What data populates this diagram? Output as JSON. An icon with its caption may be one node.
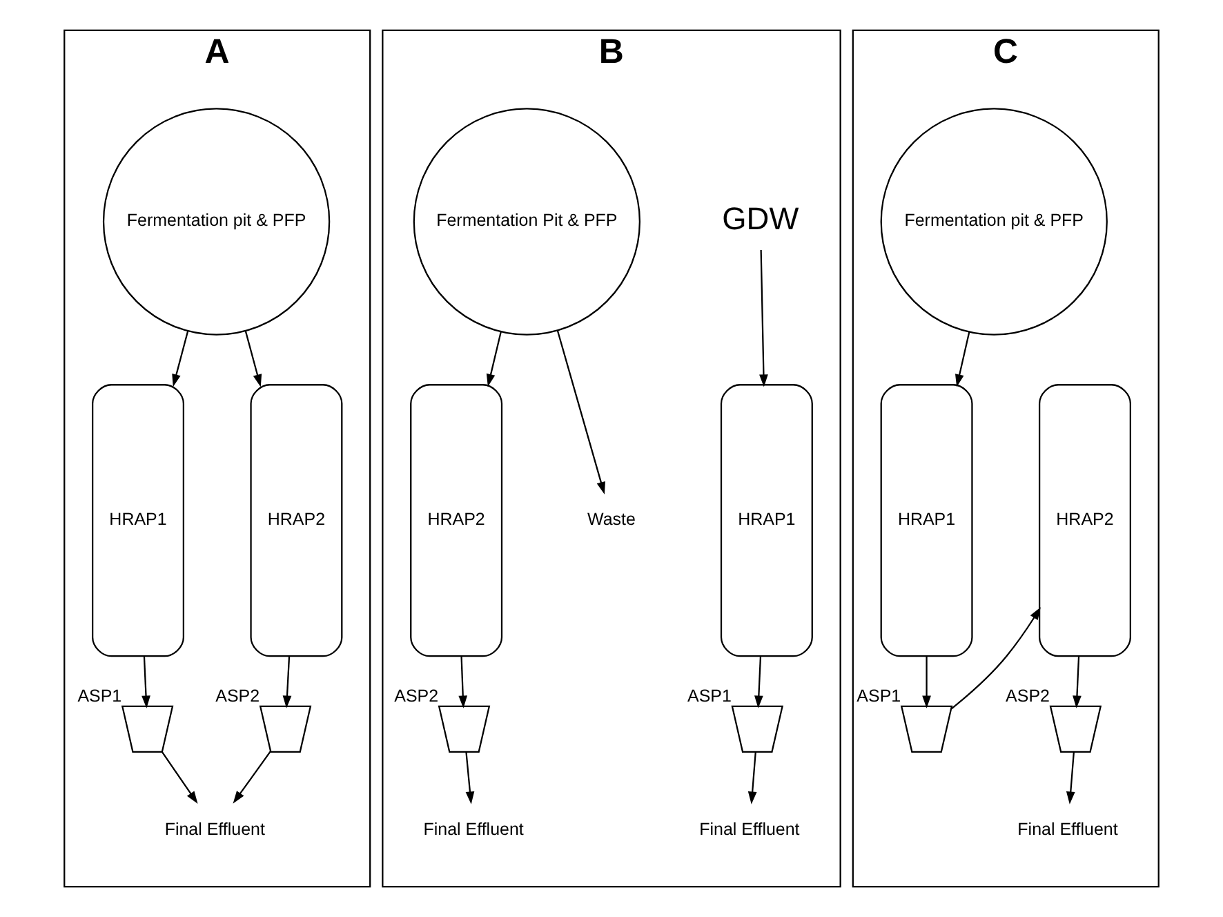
{
  "diagram": {
    "nodes": [
      {
        "text": [
          "A"
        ]
      },
      {
        "text": [
          "Fermentation pit & PFP"
        ],
        "in": 0
      },
      {
        "text": [
          "HRAP1"
        ],
        "in": 0
      },
      {
        "text": [
          "HRAP2"
        ],
        "in": 0
      },
      {
        "text": [],
        "shape": "trapezoid",
        "beside": [
          "ASP1"
        ],
        "in": 0
      },
      {
        "text": [],
        "shape": "trapezoid",
        "beside": [
          "ASP2"
        ],
        "in": 0
      },
      {
        "text": [
          "Final Effluent"
        ],
        "in": 0
      },
      {
        "text": [
          "B"
        ]
      },
      {
        "text": [
          "GDW"
        ],
        "in": 7
      },
      {
        "text": [
          "Fermentation Pit & PFP"
        ],
        "in": 7
      },
      {
        "text": [
          "HRAP1"
        ],
        "in": 7
      },
      {
        "text": [
          "HRAP2"
        ],
        "in": 7
      },
      {
        "text": [
          "Waste"
        ],
        "in": 7
      },
      {
        "text": [],
        "shape": "trapezoid",
        "beside": [
          "ASP1"
        ],
        "in": 7
      },
      {
        "text": [],
        "shape": "trapezoid",
        "beside": [
          "ASP2"
        ],
        "in": 7
      },
      {
        "text": [
          "Final Effluent"
        ],
        "in": 7
      },
      {
        "text": [
          "Final Effluent"
        ],
        "in": 7
      },
      {
        "text": [
          "C"
        ]
      },
      {
        "text": [
          "Fermentation pit & PFP"
        ],
        "in": 17
      },
      {
        "text": [
          "HRAP1"
        ],
        "in": 17
      },
      {
        "text": [
          "HRAP2"
        ],
        "in": 17
      },
      {
        "text": [],
        "shape": "trapezoid",
        "beside": [
          "ASP1"
        ],
        "in": 17
      },
      {
        "text": [],
        "shape": "trapezoid",
        "beside": [
          "ASP2"
        ],
        "in": 17
      },
      {
        "text": [
          "Final Effluent"
        ],
        "in": 17
      }
    ],
    "edges": [
      {
        "from": 1,
        "to": 2,
        "arrow": "to"
      },
      {
        "from": 1,
        "to": 3,
        "arrow": "to"
      },
      {
        "from": 2,
        "to": 4,
        "arrow": "to"
      },
      {
        "from": 3,
        "to": 5,
        "arrow": "to"
      },
      {
        "from": 4,
        "to": 6,
        "arrow": "to"
      },
      {
        "from": 5,
        "to": 6,
        "arrow": "to"
      },
      {
        "from": 8,
        "to": 10,
        "arrow": "to"
      },
      {
        "from": 9,
        "to": 11,
        "arrow": "to"
      },
      {
        "from": 9,
        "to": 12,
        "arrow": "to"
      },
      {
        "from": 10,
        "to": 13,
        "arrow": "to"
      },
      {
        "from": 11,
        "to": 14,
        "arrow": "to"
      },
      {
        "from": 13,
        "to": 15,
        "arrow": "to"
      },
      {
        "from": 14,
        "to": 16,
        "arrow": "to"
      },
      {
        "from": 18,
        "to": 19,
        "arrow": "to"
      },
      {
        "from": 19,
        "to": 21,
        "arrow": "to"
      },
      {
        "from": 21,
        "to": 20,
        "arrow": "to"
      },
      {
        "from": 20,
        "to": 22,
        "arrow": "to"
      },
      {
        "from": 22,
        "to": 23,
        "arrow": "to"
      }
    ]
  }
}
